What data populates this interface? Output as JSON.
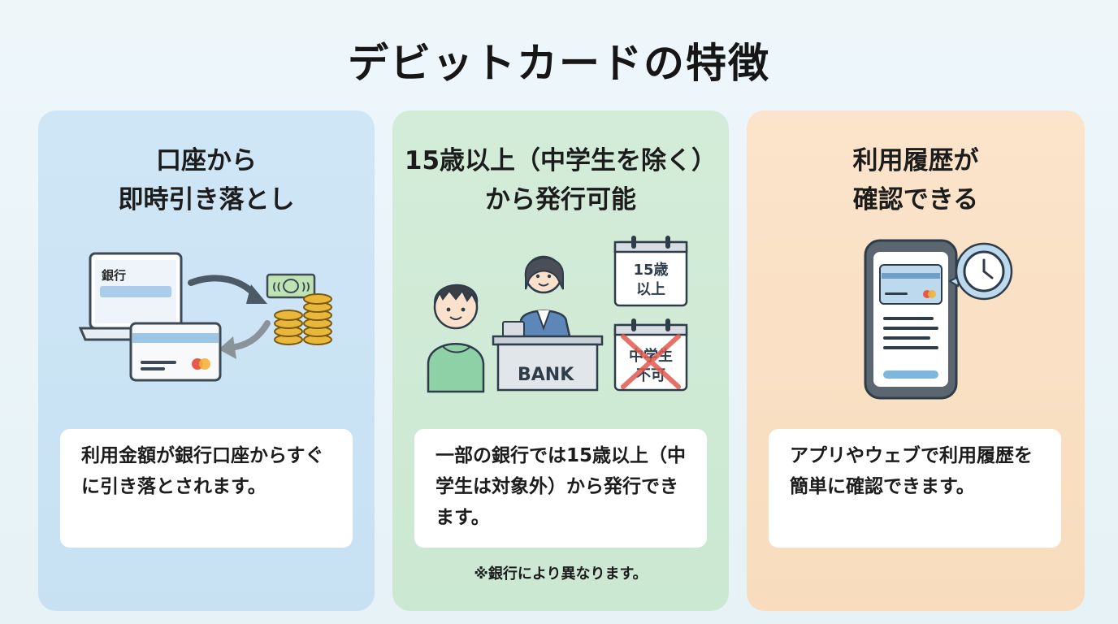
{
  "title": "デビットカードの特徴",
  "panels": [
    {
      "title_line1": "口座から",
      "title_line2": "即時引き落とし",
      "illustration_label": "銀行",
      "description": "利用金額が銀行口座からすぐに引き落とされます。"
    },
    {
      "title_line1": "15歳以上（中学生を除く）",
      "title_line2": "から発行可能",
      "bank_label": "BANK",
      "calendar1_line1": "15歳",
      "calendar1_line2": "以上",
      "calendar2_line1": "中学生",
      "calendar2_line2": "不可",
      "description": "一部の銀行では15歳以上（中学生は対象外）から発行できます。",
      "note": "※銀行により異なります。"
    },
    {
      "title_line1": "利用履歴が",
      "title_line2": "確認できる",
      "description": "アプリやウェブで利用履歴を簡単に確認できます。"
    }
  ],
  "colors": {
    "panel_blue": "#cfe6f6",
    "panel_green": "#d3ecd9",
    "panel_orange": "#fbe4cb",
    "accent_blue": "#7fb6de",
    "coin_gold": "#e9b73a"
  }
}
